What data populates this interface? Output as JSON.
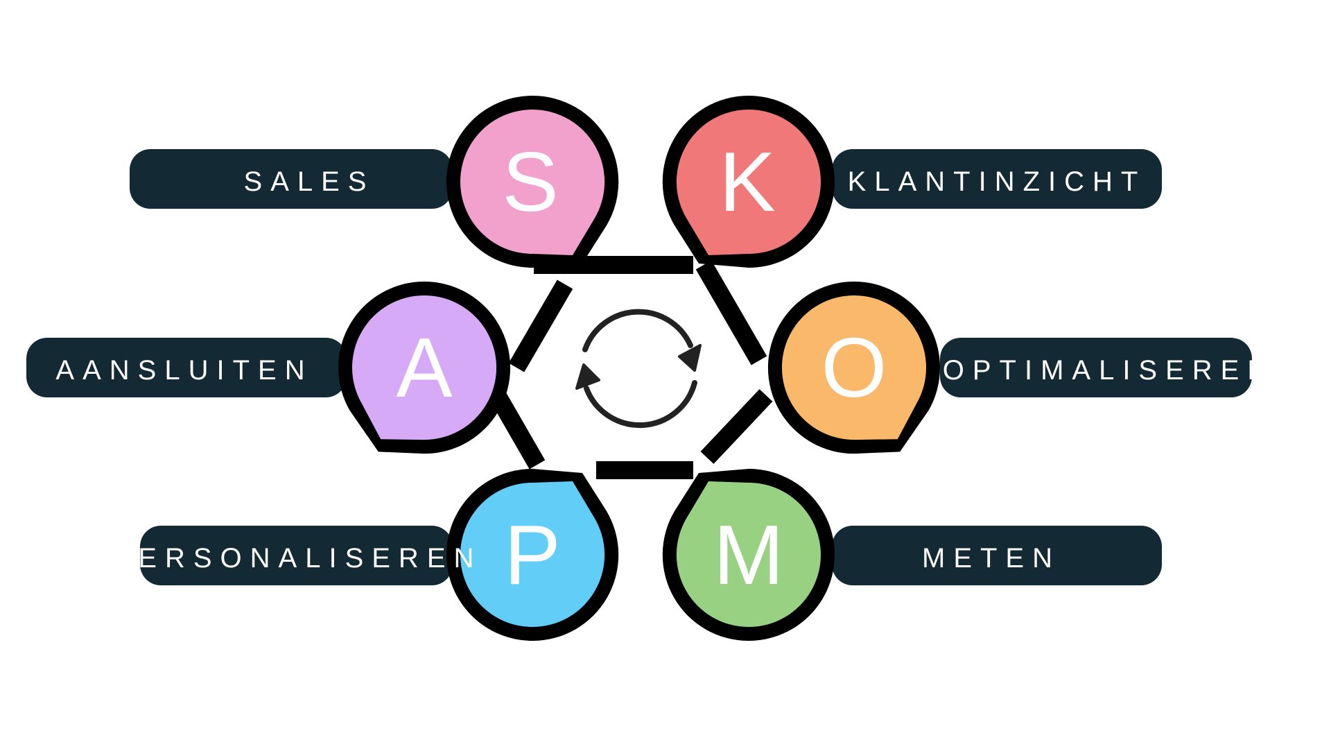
{
  "colors": {
    "bar": "#132a34",
    "outline": "#000000",
    "pink": "#f2a0cc",
    "red": "#f07878",
    "purple": "#d7aaf7",
    "orange": "#f9b86a",
    "blue": "#62cdf6",
    "green": "#99d183"
  },
  "center_icon": "cycle-arrows-icon",
  "nodes": [
    {
      "letter": "S",
      "label": "SALES",
      "color": "pink"
    },
    {
      "letter": "K",
      "label": "KLANTINZICHT",
      "color": "red"
    },
    {
      "letter": "A",
      "label": "AANSLUITEN",
      "color": "purple"
    },
    {
      "letter": "O",
      "label": "OPTIMALISEREN",
      "color": "orange"
    },
    {
      "letter": "P",
      "label": "PERSONALISEREN",
      "color": "blue"
    },
    {
      "letter": "M",
      "label": "METEN",
      "color": "green"
    }
  ]
}
